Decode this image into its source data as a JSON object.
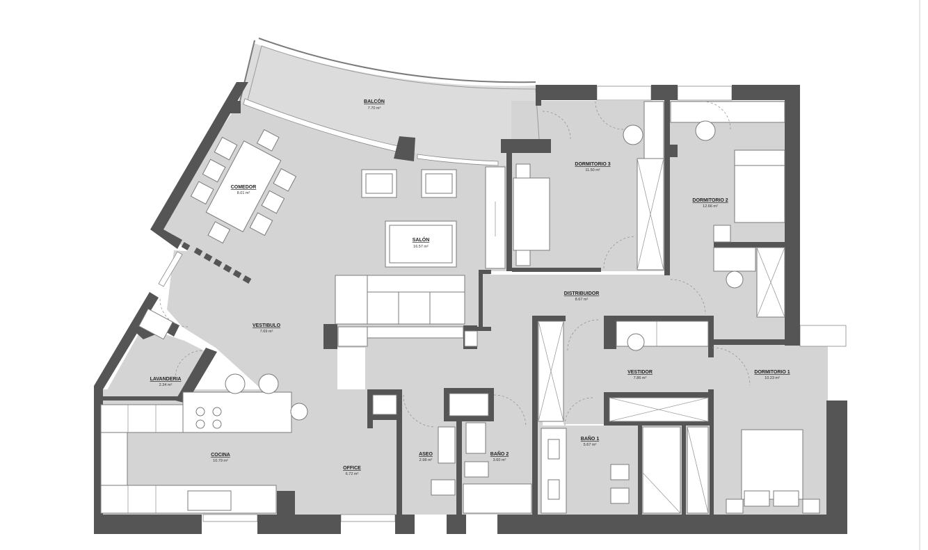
{
  "rooms": [
    {
      "id": "balcon",
      "name": "BALCÓN",
      "area": "7.70 m²"
    },
    {
      "id": "comedor",
      "name": "COMEDOR",
      "area": "8.01 m²"
    },
    {
      "id": "salon",
      "name": "SALÓN",
      "area": "16.57 m²"
    },
    {
      "id": "dormitorio3",
      "name": "DORMITORIO 3",
      "area": "11.50 m²"
    },
    {
      "id": "dormitorio2",
      "name": "DORMITORIO 2",
      "area": "12.66 m²"
    },
    {
      "id": "distribuidor",
      "name": "DISTRIBUIDOR",
      "area": "8.67 m²"
    },
    {
      "id": "vestibulo",
      "name": "VESTIBULO",
      "area": "7.69 m²"
    },
    {
      "id": "vestidor",
      "name": "VESTIDOR",
      "area": "7.86 m²"
    },
    {
      "id": "dormitorio1",
      "name": "DORMITORIO 1",
      "area": "10.23 m²"
    },
    {
      "id": "lavanderia",
      "name": "LAVANDERIA",
      "area": "2.34 m²"
    },
    {
      "id": "cocina",
      "name": "COCINA",
      "area": "10.79 m²"
    },
    {
      "id": "office",
      "name": "OFFICE",
      "area": "6.72 m²"
    },
    {
      "id": "aseo",
      "name": "ASEO",
      "area": "2.98 m²"
    },
    {
      "id": "bano2",
      "name": "BAÑO 2",
      "area": "3.60 m²"
    },
    {
      "id": "bano1",
      "name": "BAÑO 1",
      "area": "5.67 m²"
    }
  ],
  "colors": {
    "wall": "#555555",
    "floor": "#d4d4d4",
    "background": "#ffffff"
  }
}
